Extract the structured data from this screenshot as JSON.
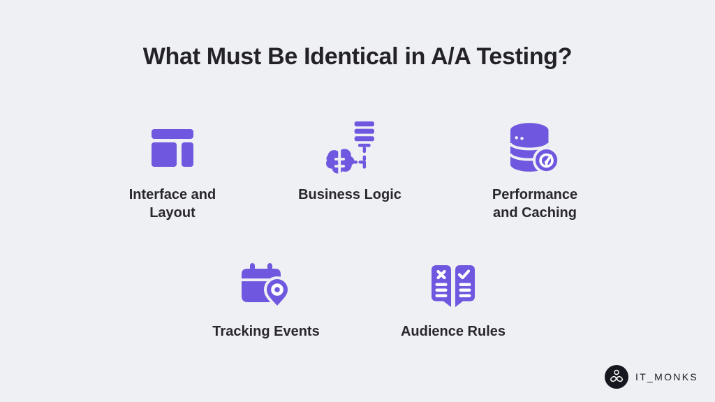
{
  "title": "What Must Be Identical in A/A Testing?",
  "items": [
    {
      "id": "interface-layout",
      "label": "Interface and\nLayout",
      "icon": "layout-icon"
    },
    {
      "id": "business-logic",
      "label": "Business Logic",
      "icon": "brain-flowchart-icon"
    },
    {
      "id": "performance-caching",
      "label": "Performance\nand Caching",
      "icon": "database-gauge-icon"
    },
    {
      "id": "tracking-events",
      "label": "Tracking Events",
      "icon": "calendar-pin-icon"
    },
    {
      "id": "audience-rules",
      "label": "Audience Rules",
      "icon": "book-check-icon"
    }
  ],
  "brand": {
    "name": "IT_MONKS",
    "icon": "meditating-monk-icon"
  },
  "colors": {
    "background": "#EFF0F4",
    "accent": "#6F58DF",
    "heading_text": "#232228",
    "label_text": "#28272C",
    "brand_dark": "#17171F",
    "icon_detail_white": "#FFFFFF"
  }
}
